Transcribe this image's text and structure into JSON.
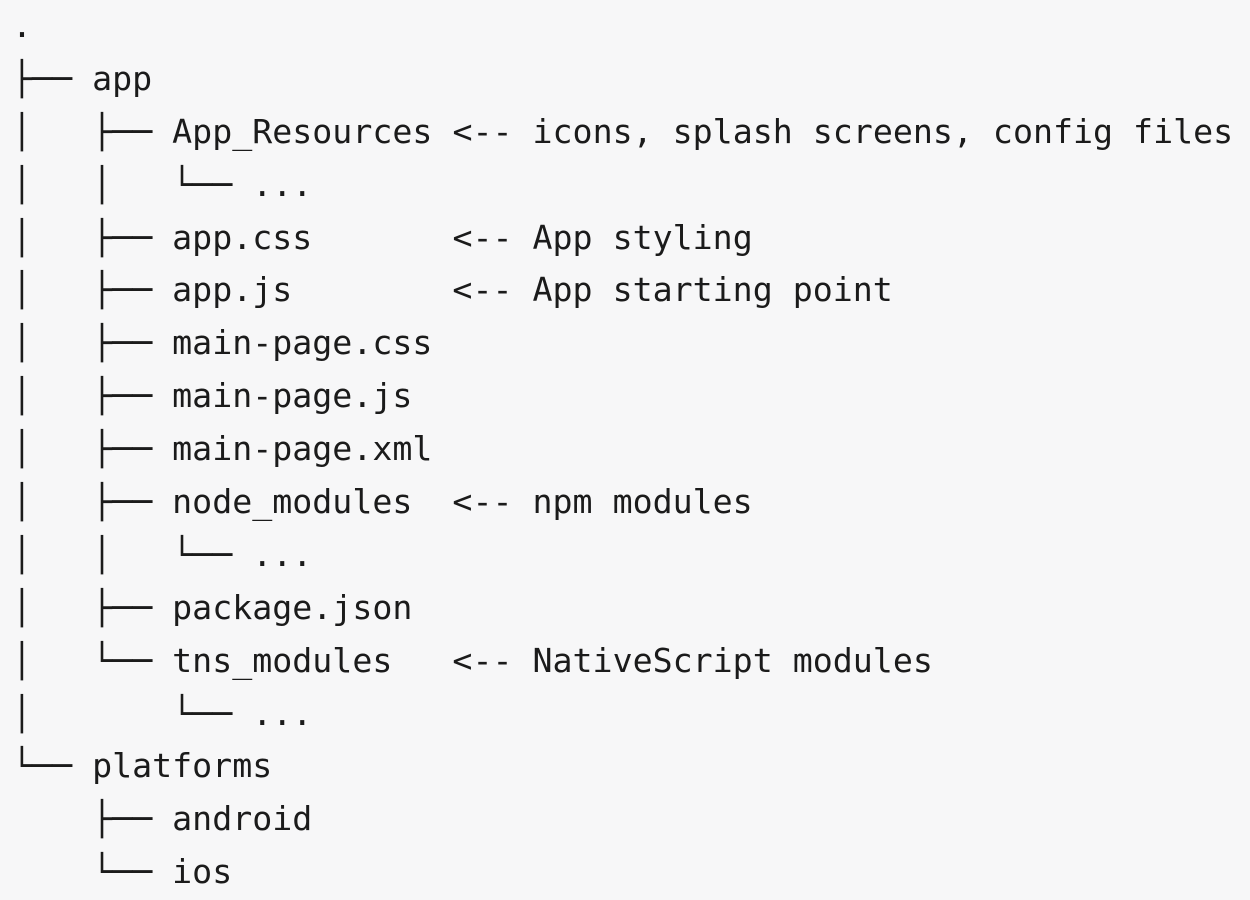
{
  "page": {
    "background_color": "#f7f7f8",
    "text_color": "#1b1b1b"
  },
  "tree": {
    "description": "NativeScript project directory tree listing",
    "rows": [
      {
        "prefix": "",
        "name": ".",
        "gap": "",
        "comment": ""
      },
      {
        "prefix": "├── ",
        "name": "app",
        "gap": "",
        "comment": ""
      },
      {
        "prefix": "│   ├── ",
        "name": "App_Resources",
        "gap": " ",
        "comment": "<-- icons, splash screens, config files"
      },
      {
        "prefix": "│   │   └── ",
        "name": "...",
        "gap": "",
        "comment": ""
      },
      {
        "prefix": "│   ├── ",
        "name": "app.css",
        "gap": "       ",
        "comment": "<-- App styling"
      },
      {
        "prefix": "│   ├── ",
        "name": "app.js",
        "gap": "        ",
        "comment": "<-- App starting point"
      },
      {
        "prefix": "│   ├── ",
        "name": "main-page.css",
        "gap": "",
        "comment": ""
      },
      {
        "prefix": "│   ├── ",
        "name": "main-page.js",
        "gap": "",
        "comment": ""
      },
      {
        "prefix": "│   ├── ",
        "name": "main-page.xml",
        "gap": "",
        "comment": ""
      },
      {
        "prefix": "│   ├── ",
        "name": "node_modules",
        "gap": "  ",
        "comment": "<-- npm modules"
      },
      {
        "prefix": "│   │   └── ",
        "name": "...",
        "gap": "",
        "comment": ""
      },
      {
        "prefix": "│   ├── ",
        "name": "package.json",
        "gap": "",
        "comment": ""
      },
      {
        "prefix": "│   └── ",
        "name": "tns_modules",
        "gap": "   ",
        "comment": "<-- NativeScript modules"
      },
      {
        "prefix": "│       └── ",
        "name": "...",
        "gap": "",
        "comment": ""
      },
      {
        "prefix": "└── ",
        "name": "platforms",
        "gap": "",
        "comment": ""
      },
      {
        "prefix": "    ├── ",
        "name": "android",
        "gap": "",
        "comment": ""
      },
      {
        "prefix": "    └── ",
        "name": "ios",
        "gap": "",
        "comment": ""
      }
    ]
  }
}
